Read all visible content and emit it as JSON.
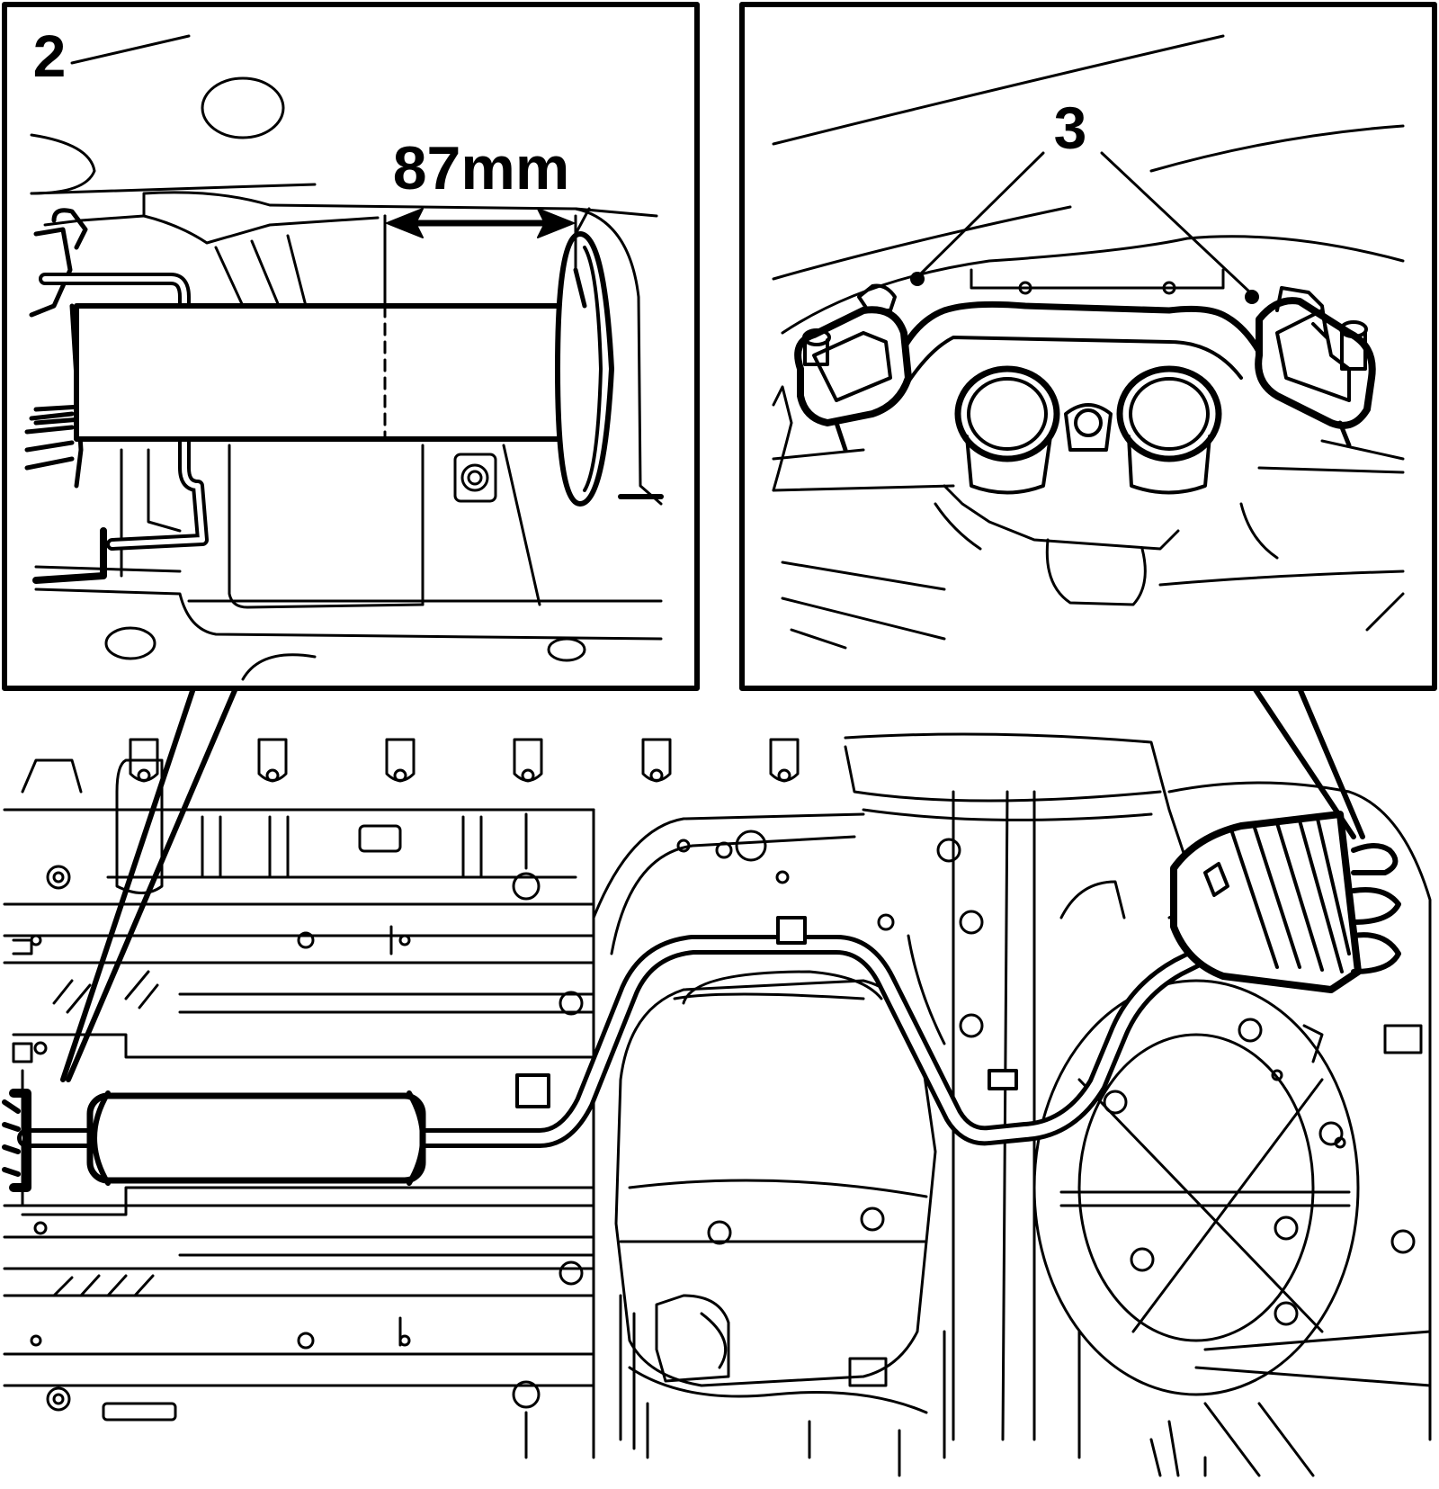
{
  "callouts": {
    "detail_2": "2",
    "detail_3": "3",
    "dimension": "87mm"
  },
  "colors": {
    "line": "#000000",
    "background": "#ffffff"
  }
}
